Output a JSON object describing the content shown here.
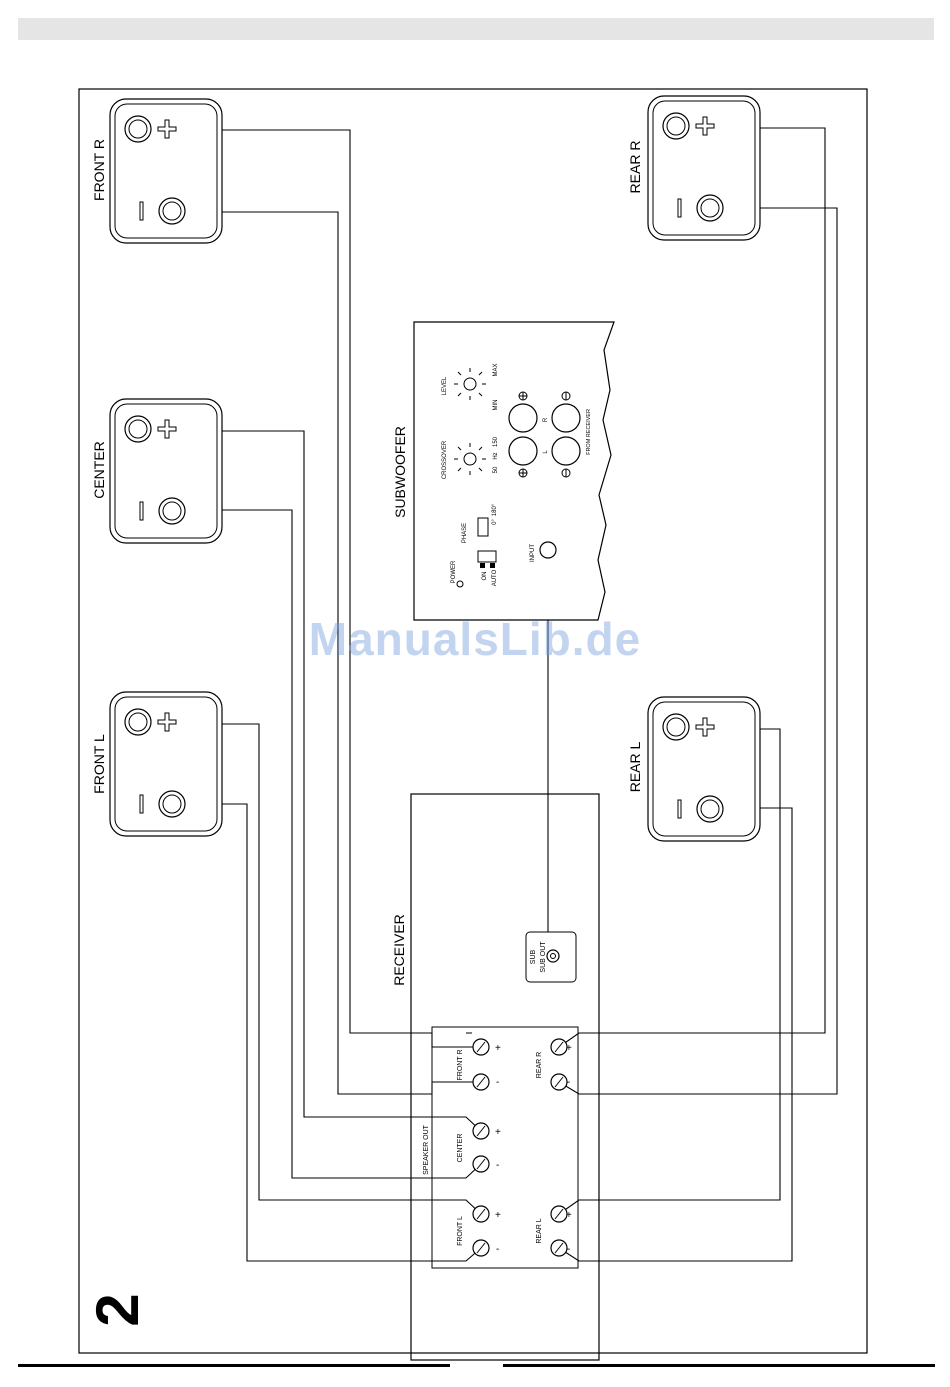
{
  "figure_number": "2",
  "speakers": {
    "front_r": "FRONT R",
    "center": "CENTER",
    "front_l": "FRONT L",
    "rear_r": "REAR R",
    "rear_l": "REAR L"
  },
  "subwoofer": {
    "title": "SUBWOOFER",
    "level": "LEVEL",
    "min": "MIN",
    "max": "MAX",
    "crossover": "CROSSOVER",
    "hz_50": "50",
    "hz": "Hz",
    "hz_150": "150",
    "phase": "PHASE",
    "phase_0": "0°",
    "phase_180": "180°",
    "power": "POWER",
    "on": "ON",
    "auto": "AUTO",
    "input": "INPUT",
    "from_receiver": "FROM RECEIVER",
    "r": "R",
    "l": "L"
  },
  "receiver": {
    "title": "RECEIVER",
    "sub_out": "SUB OUT",
    "speaker_out": "SPEAKER OUT",
    "front_r": "FRONT R",
    "center": "CENTER",
    "front_l": "FRONT L",
    "rear_r": "REAR R",
    "rear_l": "REAR L",
    "plus": "+",
    "minus": "-"
  },
  "watermark": "ManualsLib.de"
}
